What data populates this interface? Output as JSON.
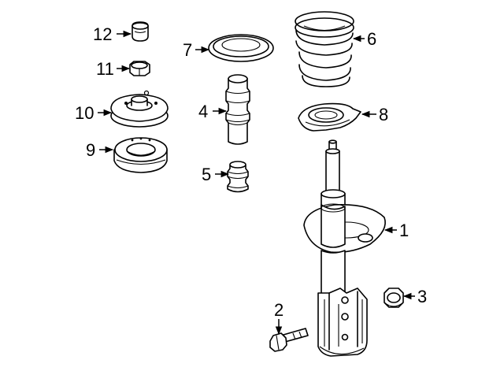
{
  "diagram": {
    "callouts": [
      {
        "id": "1",
        "label": "1",
        "part": "strut-assembly"
      },
      {
        "id": "2",
        "label": "2",
        "part": "strut-bolt"
      },
      {
        "id": "3",
        "label": "3",
        "part": "flange-nut"
      },
      {
        "id": "4",
        "label": "4",
        "part": "dust-boot"
      },
      {
        "id": "5",
        "label": "5",
        "part": "bump-stop"
      },
      {
        "id": "6",
        "label": "6",
        "part": "coil-spring"
      },
      {
        "id": "7",
        "label": "7",
        "part": "spring-insulator"
      },
      {
        "id": "8",
        "label": "8",
        "part": "lower-spring-seat"
      },
      {
        "id": "9",
        "label": "9",
        "part": "bearing"
      },
      {
        "id": "10",
        "label": "10",
        "part": "strut-mount"
      },
      {
        "id": "11",
        "label": "11",
        "part": "mount-nut"
      },
      {
        "id": "12",
        "label": "12",
        "part": "cap"
      }
    ],
    "colors": {
      "line": "#000000",
      "fill": "#ffffff",
      "shade": "#e6e6e6"
    }
  }
}
